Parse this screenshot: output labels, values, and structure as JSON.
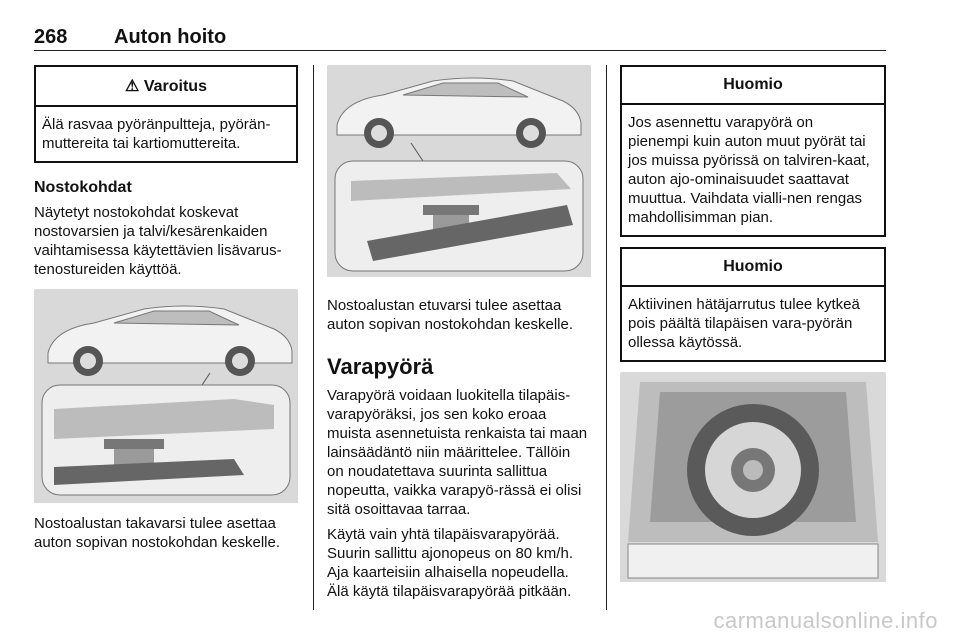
{
  "header": {
    "page_number": "268",
    "title": "Auton hoito"
  },
  "col1": {
    "warning_title": "Varoitus",
    "warning_body": "Älä rasvaa pyöränpultteja, pyörän-muttereita tai kartiomuttereita.",
    "heading": "Nostokohdat",
    "para1": "Näytetyt nostokohdat koskevat nostovarsien ja talvi/kesärenkaiden vaihtamisessa käytettävien lisävarus-tenostureiden käyttöä.",
    "caption": "Nostoalustan takavarsi tulee asettaa auton sopivan nostokohdan keskelle."
  },
  "col2": {
    "caption": "Nostoalustan etuvarsi tulee asettaa auton sopivan nostokohdan keskelle.",
    "heading": "Varapyörä",
    "para1": "Varapyörä voidaan luokitella tilapäis-varapyöräksi, jos sen koko eroaa muista asennetuista renkaista tai maan lainsäädäntö niin määrittelee. Tällöin on noudatettava suurinta sallittua nopeutta, vaikka varapyö-rässä ei olisi sitä osoittavaa tarraa.",
    "para2": "Käytä vain yhtä tilapäisvarapyörää. Suurin sallittu ajonopeus on 80 km/h. Aja kaarteisiin alhaisella nopeudella. Älä käytä tilapäisvarapyörää pitkään."
  },
  "col3": {
    "note1_title": "Huomio",
    "note1_body": "Jos asennettu varapyörä on pienempi kuin auton muut pyörät tai jos muissa pyörissä on talviren-kaat, auton ajo-ominaisuudet saattavat muuttua. Vaihdata vialli-nen rengas mahdollisimman pian.",
    "note2_title": "Huomio",
    "note2_body": "Aktiivinen hätäjarrutus tulee kytkeä pois päältä tilapäisen vara-pyörän ollessa käytössä."
  },
  "watermark": "carmanualsonline.info",
  "colors": {
    "rule": "#222222",
    "figure_bg": "#d9d9d9",
    "figure_dark": "#5a5a5a",
    "watermark": "#c8c8c8"
  }
}
